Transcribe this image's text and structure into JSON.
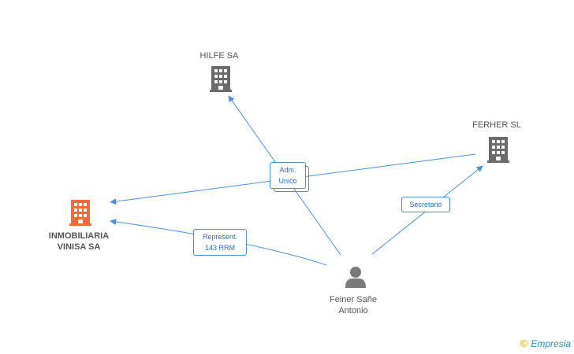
{
  "nodes": {
    "hilfe": {
      "label": "HILFE SA"
    },
    "ferher": {
      "label": "FERHER SL"
    },
    "inmobiliaria": {
      "line1": "INMOBILIARIA",
      "line2": "VINISA SA"
    },
    "person": {
      "line1": "Feiner Sañe",
      "line2": "Antonio"
    }
  },
  "edges": {
    "adm": {
      "line1": "Adm.",
      "line2": "Unico"
    },
    "secretario": {
      "label": "Secretario"
    },
    "represent": {
      "line1": "Represent.",
      "line2": "143 RRM"
    }
  },
  "brand": {
    "copyright": "©",
    "name": "Empresia"
  },
  "colors": {
    "edge": "#4a90d9",
    "company": "#6b6b6b",
    "company_main": "#f26b3a",
    "person": "#7a7a7a"
  }
}
